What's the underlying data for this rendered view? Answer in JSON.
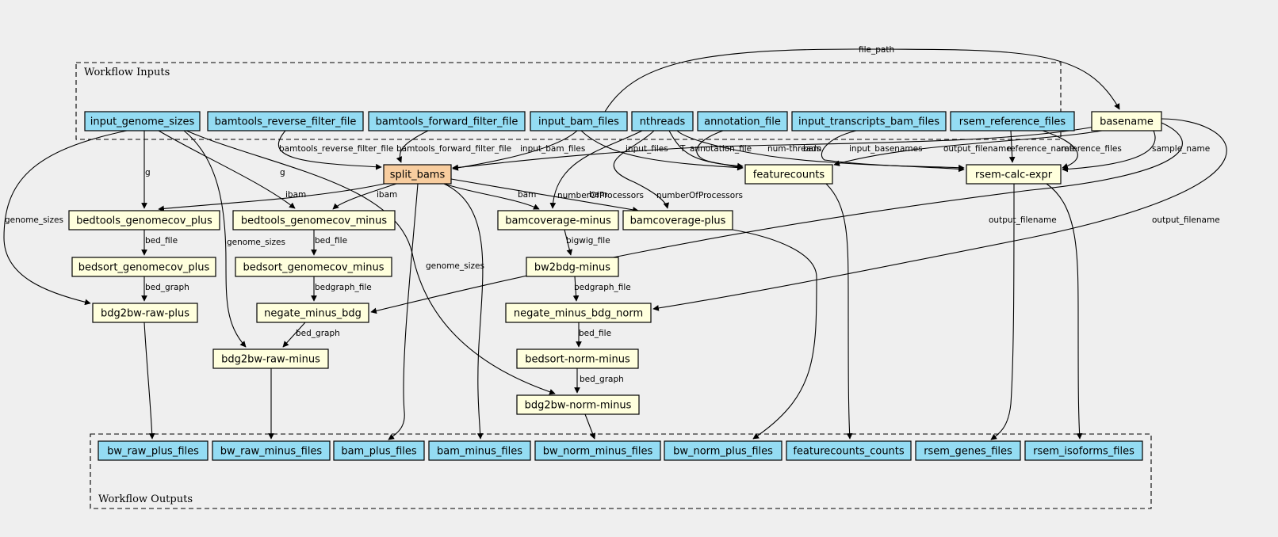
{
  "colors": {
    "input": "#94dcf3",
    "output": "#94dcf3",
    "step": "#ffffdd",
    "highlight": "#f8cd9f",
    "background": "#efefef"
  },
  "clusters": {
    "inputs": "Workflow Inputs",
    "outputs": "Workflow Outputs"
  },
  "nodes": [
    {
      "id": "input_genome_sizes",
      "label": "input_genome_sizes",
      "kind": "input"
    },
    {
      "id": "bamtools_reverse_filter_file",
      "label": "bamtools_reverse_filter_file",
      "kind": "input"
    },
    {
      "id": "bamtools_forward_filter_file",
      "label": "bamtools_forward_filter_file",
      "kind": "input"
    },
    {
      "id": "input_bam_files",
      "label": "input_bam_files",
      "kind": "input"
    },
    {
      "id": "nthreads",
      "label": "nthreads",
      "kind": "input"
    },
    {
      "id": "annotation_file",
      "label": "annotation_file",
      "kind": "input"
    },
    {
      "id": "input_transcripts_bam_files",
      "label": "input_transcripts_bam_files",
      "kind": "input"
    },
    {
      "id": "rsem_reference_files",
      "label": "rsem_reference_files",
      "kind": "input"
    },
    {
      "id": "basename",
      "label": "basename",
      "kind": "step"
    },
    {
      "id": "split_bams",
      "label": "split_bams",
      "kind": "highlight"
    },
    {
      "id": "featurecounts",
      "label": "featurecounts",
      "kind": "step"
    },
    {
      "id": "rsem_calc_expr",
      "label": "rsem-calc-expr",
      "kind": "step"
    },
    {
      "id": "bedtools_genomecov_plus",
      "label": "bedtools_genomecov_plus",
      "kind": "step"
    },
    {
      "id": "bedtools_genomecov_minus",
      "label": "bedtools_genomecov_minus",
      "kind": "step"
    },
    {
      "id": "bamcoverage_minus",
      "label": "bamcoverage-minus",
      "kind": "step"
    },
    {
      "id": "bamcoverage_plus",
      "label": "bamcoverage-plus",
      "kind": "step"
    },
    {
      "id": "bedsort_genomecov_plus",
      "label": "bedsort_genomecov_plus",
      "kind": "step"
    },
    {
      "id": "bedsort_genomecov_minus",
      "label": "bedsort_genomecov_minus",
      "kind": "step"
    },
    {
      "id": "bw2bdg_minus",
      "label": "bw2bdg-minus",
      "kind": "step"
    },
    {
      "id": "bdg2bw_raw_plus",
      "label": "bdg2bw-raw-plus",
      "kind": "step"
    },
    {
      "id": "negate_minus_bdg",
      "label": "negate_minus_bdg",
      "kind": "step"
    },
    {
      "id": "negate_minus_bdg_norm",
      "label": "negate_minus_bdg_norm",
      "kind": "step"
    },
    {
      "id": "bdg2bw_raw_minus",
      "label": "bdg2bw-raw-minus",
      "kind": "step"
    },
    {
      "id": "bedsort_norm_minus",
      "label": "bedsort-norm-minus",
      "kind": "step"
    },
    {
      "id": "bdg2bw_norm_minus",
      "label": "bdg2bw-norm-minus",
      "kind": "step"
    },
    {
      "id": "bw_raw_plus_files",
      "label": "bw_raw_plus_files",
      "kind": "output"
    },
    {
      "id": "bw_raw_minus_files",
      "label": "bw_raw_minus_files",
      "kind": "output"
    },
    {
      "id": "bam_plus_files",
      "label": "bam_plus_files",
      "kind": "output"
    },
    {
      "id": "bam_minus_files",
      "label": "bam_minus_files",
      "kind": "output"
    },
    {
      "id": "bw_norm_minus_files",
      "label": "bw_norm_minus_files",
      "kind": "output"
    },
    {
      "id": "bw_norm_plus_files",
      "label": "bw_norm_plus_files",
      "kind": "output"
    },
    {
      "id": "featurecounts_counts",
      "label": "featurecounts_counts",
      "kind": "output"
    },
    {
      "id": "rsem_genes_files",
      "label": "rsem_genes_files",
      "kind": "output"
    },
    {
      "id": "rsem_isoforms_files",
      "label": "rsem_isoforms_files",
      "kind": "output"
    }
  ],
  "edges": [
    {
      "from": "input_bam_files",
      "to": "basename",
      "label": "file_path"
    },
    {
      "from": "input_genome_sizes",
      "to": "bedtools_genomecov_plus",
      "label": "g"
    },
    {
      "from": "input_genome_sizes",
      "to": "bedtools_genomecov_minus",
      "label": "g"
    },
    {
      "from": "input_genome_sizes",
      "to": "bdg2bw_raw_plus",
      "label": "genome_sizes"
    },
    {
      "from": "input_genome_sizes",
      "to": "bdg2bw_raw_minus",
      "label": "genome_sizes"
    },
    {
      "from": "input_genome_sizes",
      "to": "bdg2bw_norm_minus",
      "label": "genome_sizes"
    },
    {
      "from": "bamtools_reverse_filter_file",
      "to": "split_bams",
      "label": "bamtools_reverse_filter_file"
    },
    {
      "from": "bamtools_forward_filter_file",
      "to": "split_bams",
      "label": "bamtools_forward_filter_file"
    },
    {
      "from": "input_bam_files",
      "to": "split_bams",
      "label": "input_bam_files"
    },
    {
      "from": "input_bam_files",
      "to": "featurecounts",
      "label": "input_files"
    },
    {
      "from": "nthreads",
      "to": "bamcoverage_minus",
      "label": "numberOfProcessors"
    },
    {
      "from": "nthreads",
      "to": "bamcoverage_plus",
      "label": "numberOfProcessors"
    },
    {
      "from": "nthreads",
      "to": "featurecounts",
      "label": "T"
    },
    {
      "from": "nthreads",
      "to": "rsem_calc_expr",
      "label": "num-threads"
    },
    {
      "from": "annotation_file",
      "to": "featurecounts",
      "label": "annotation_file"
    },
    {
      "from": "input_transcripts_bam_files",
      "to": "rsem_calc_expr",
      "label": "bam"
    },
    {
      "from": "rsem_reference_files",
      "to": "rsem_calc_expr",
      "label": "reference_name"
    },
    {
      "from": "rsem_reference_files",
      "to": "rsem_calc_expr",
      "label": "reference_files"
    },
    {
      "from": "basename",
      "to": "split_bams",
      "label": "input_basenames"
    },
    {
      "from": "basename",
      "to": "featurecounts",
      "label": "output_filename"
    },
    {
      "from": "basename",
      "to": "rsem_calc_expr",
      "label": "sample_name"
    },
    {
      "from": "basename",
      "to": "negate_minus_bdg",
      "label": "output_filename"
    },
    {
      "from": "basename",
      "to": "negate_minus_bdg_norm",
      "label": "output_filename"
    },
    {
      "from": "split_bams",
      "to": "bedtools_genomecov_plus",
      "label": "ibam"
    },
    {
      "from": "split_bams",
      "to": "bedtools_genomecov_minus",
      "label": "ibam"
    },
    {
      "from": "split_bams",
      "to": "bamcoverage_minus",
      "label": "bam"
    },
    {
      "from": "split_bams",
      "to": "bamcoverage_plus",
      "label": "bam"
    },
    {
      "from": "split_bams",
      "to": "bam_plus_files",
      "label": ""
    },
    {
      "from": "split_bams",
      "to": "bam_minus_files",
      "label": ""
    },
    {
      "from": "bedtools_genomecov_plus",
      "to": "bedsort_genomecov_plus",
      "label": "bed_file"
    },
    {
      "from": "bedtools_genomecov_minus",
      "to": "bedsort_genomecov_minus",
      "label": "bed_file"
    },
    {
      "from": "bedsort_genomecov_plus",
      "to": "bdg2bw_raw_plus",
      "label": "bed_graph"
    },
    {
      "from": "bedsort_genomecov_minus",
      "to": "negate_minus_bdg",
      "label": "bedgraph_file"
    },
    {
      "from": "negate_minus_bdg",
      "to": "bdg2bw_raw_minus",
      "label": "bed_graph"
    },
    {
      "from": "bamcoverage_minus",
      "to": "bw2bdg_minus",
      "label": "bigwig_file"
    },
    {
      "from": "bw2bdg_minus",
      "to": "negate_minus_bdg_norm",
      "label": "bedgraph_file"
    },
    {
      "from": "negate_minus_bdg_norm",
      "to": "bedsort_norm_minus",
      "label": "bed_file"
    },
    {
      "from": "bedsort_norm_minus",
      "to": "bdg2bw_norm_minus",
      "label": "bed_graph"
    },
    {
      "from": "bdg2bw_raw_plus",
      "to": "bw_raw_plus_files",
      "label": ""
    },
    {
      "from": "bdg2bw_raw_minus",
      "to": "bw_raw_minus_files",
      "label": ""
    },
    {
      "from": "bdg2bw_norm_minus",
      "to": "bw_norm_minus_files",
      "label": ""
    },
    {
      "from": "bamcoverage_plus",
      "to": "bw_norm_plus_files",
      "label": ""
    },
    {
      "from": "featurecounts",
      "to": "featurecounts_counts",
      "label": ""
    },
    {
      "from": "rsem_calc_expr",
      "to": "rsem_genes_files",
      "label": ""
    },
    {
      "from": "rsem_calc_expr",
      "to": "rsem_isoforms_files",
      "label": ""
    }
  ]
}
